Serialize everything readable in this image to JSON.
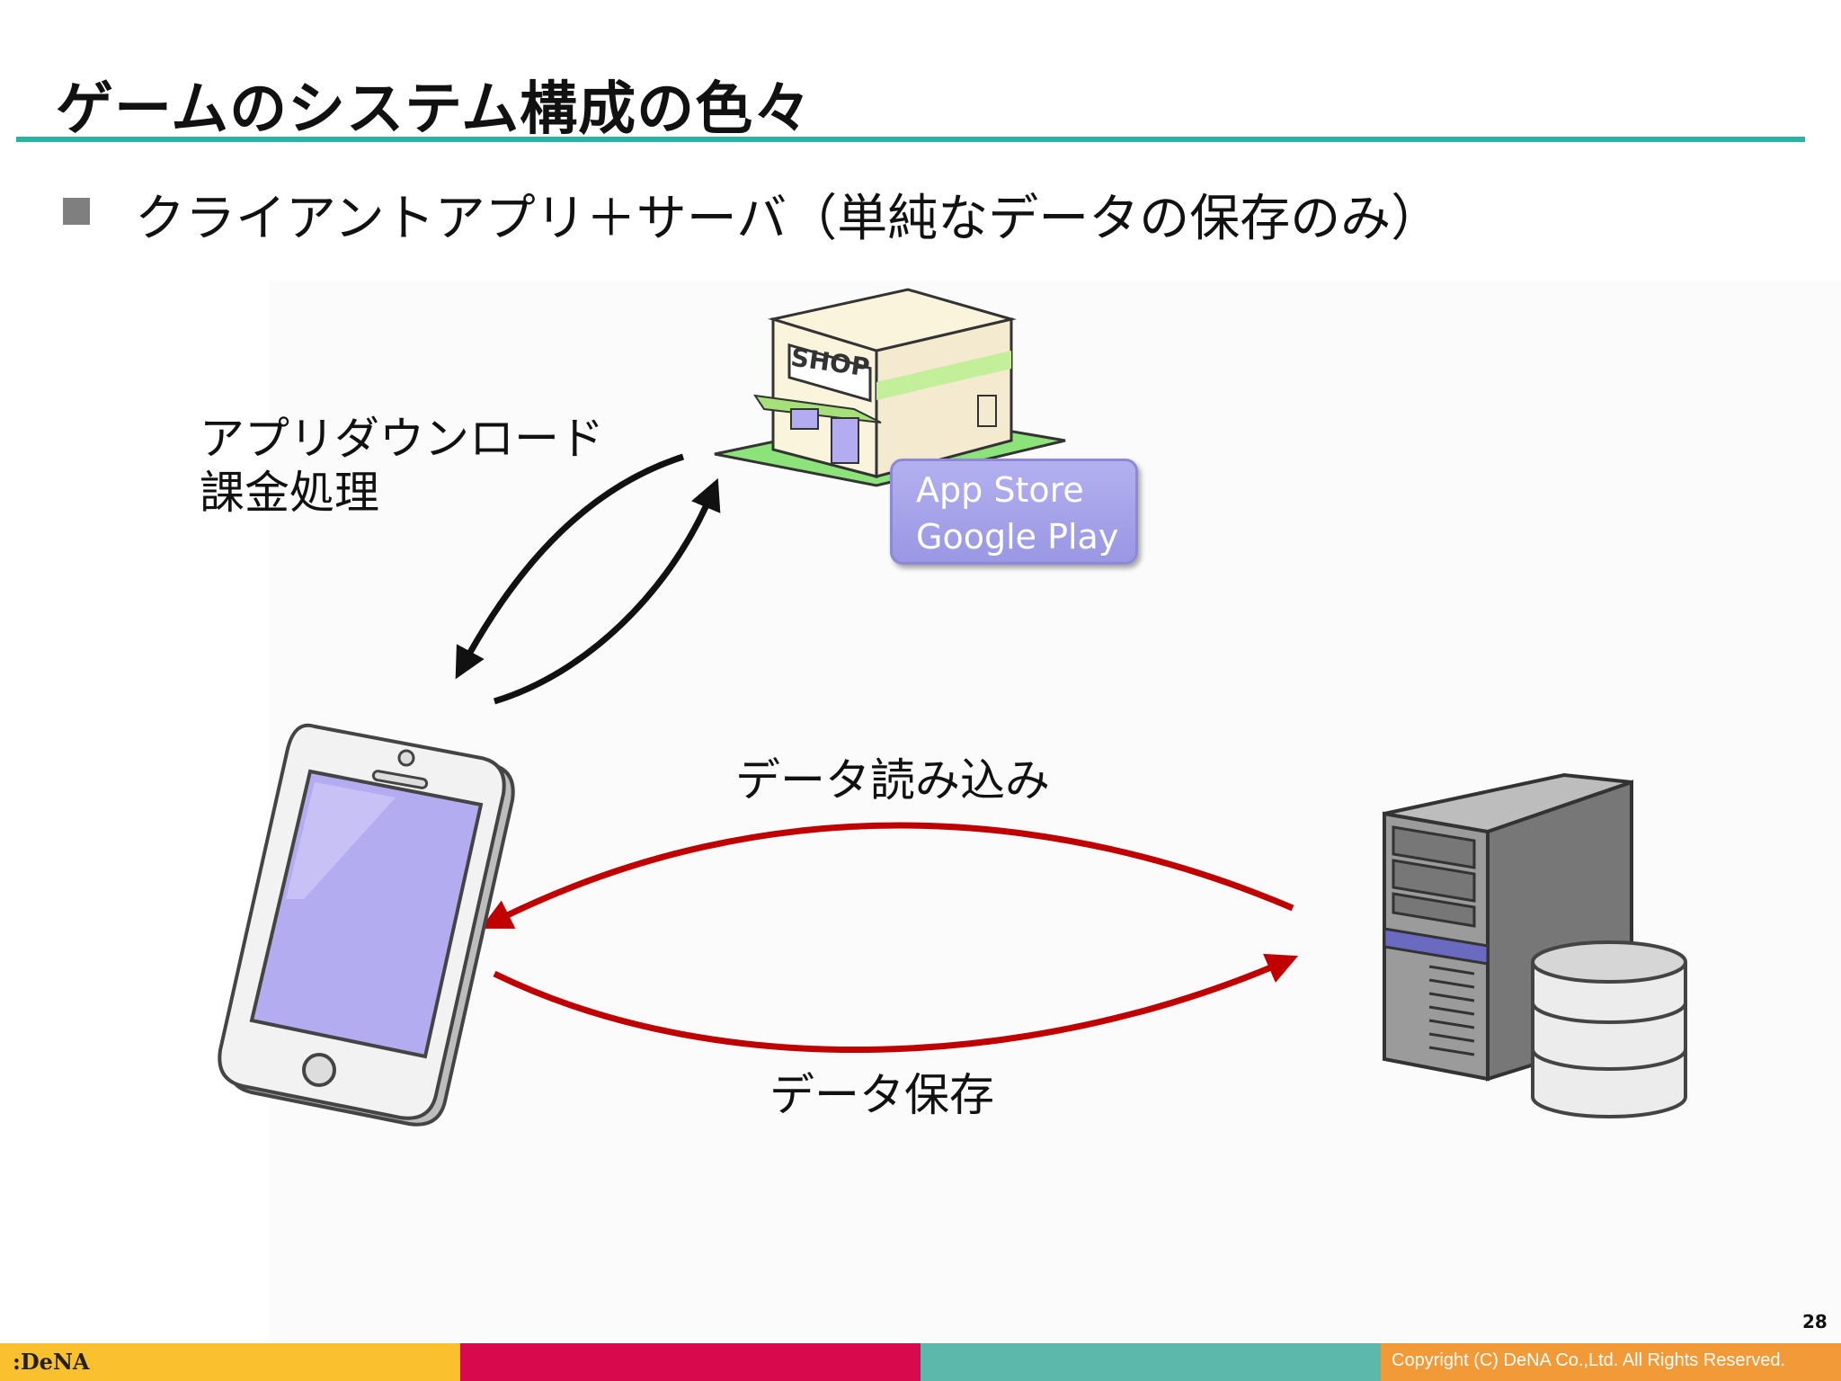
{
  "title": "ゲームのシステム構成の色々",
  "bullet": "クライアントアプリ＋サーバ（単純なデータの保存のみ）",
  "diagram": {
    "store_labels": [
      "アプリダウンロード",
      "課金処理"
    ],
    "shop_sign": "SHOP",
    "store_names": [
      "App Store",
      "Google Play"
    ],
    "read_label": "データ読み込み",
    "save_label": "データ保存"
  },
  "page_number": "28",
  "footer": {
    "logo": ":DeNA",
    "copyright": "Copyright (C) DeNA Co.,Ltd. All Rights Reserved.",
    "colors": [
      "#fbc02d",
      "#d8094d",
      "#5bb8aa",
      "#f39a38"
    ]
  },
  "colors": {
    "accent_rule": "#2bb3a6",
    "arrow_black": "#111111",
    "arrow_red": "#c00000",
    "screen": "#b4acf0"
  }
}
